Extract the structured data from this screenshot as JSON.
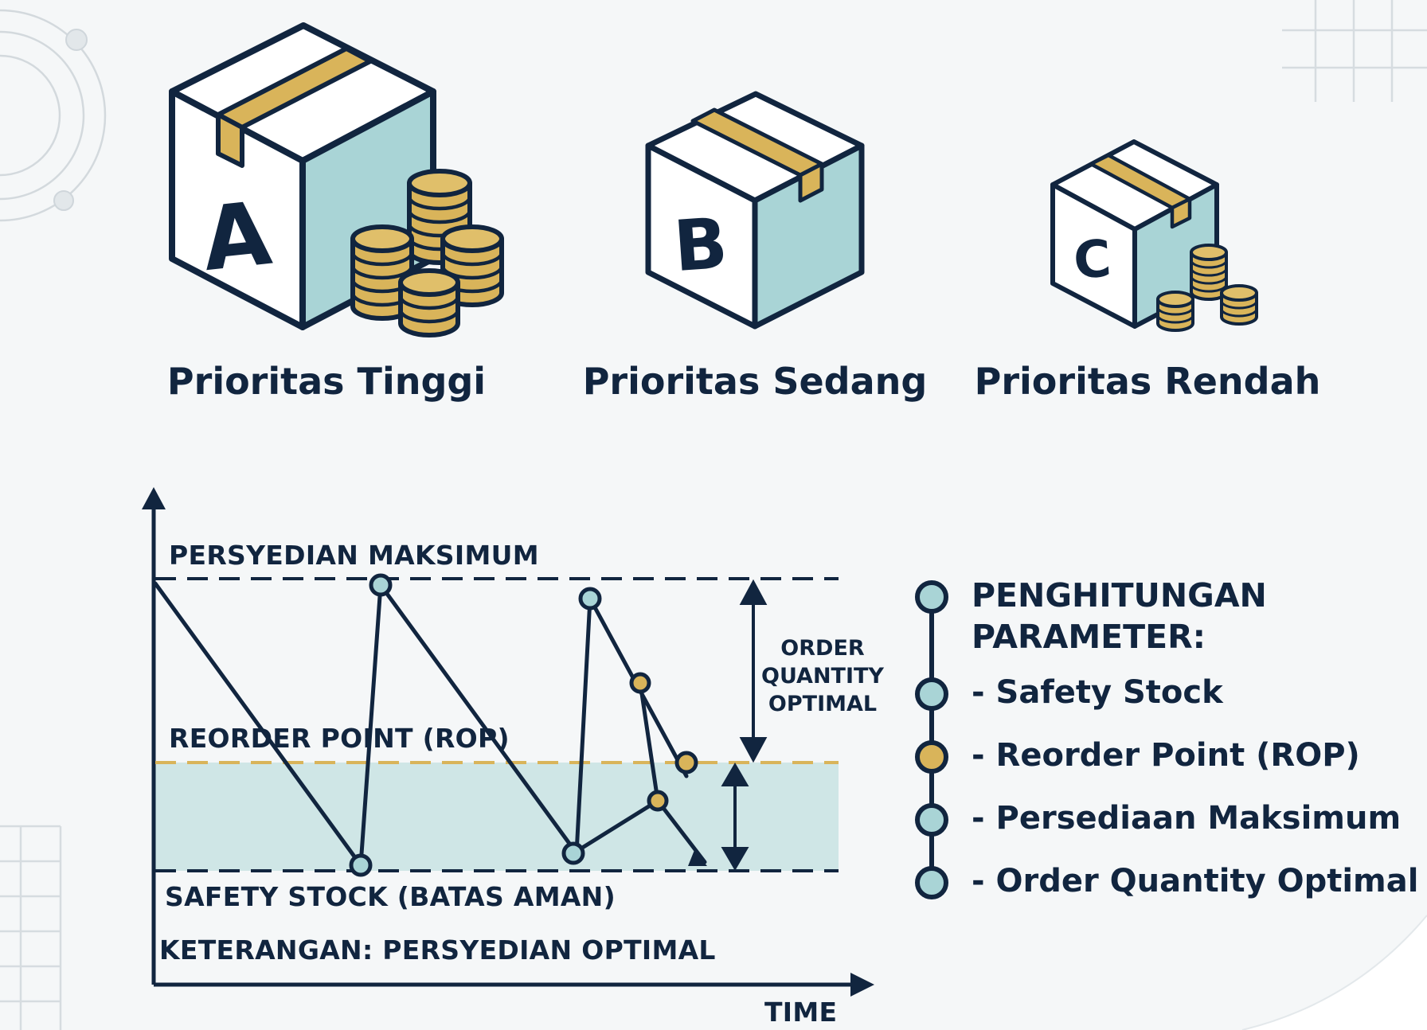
{
  "priorities": [
    {
      "letter": "A",
      "label": "Prioritas Tinggi"
    },
    {
      "letter": "B",
      "label": "Prioritas Sedang"
    },
    {
      "letter": "C",
      "label": "Prioritas Rendah"
    }
  ],
  "chart": {
    "label_max": "PERSYEDIAN MAKSIMUM",
    "label_rop": "REORDER POINT (ROP)",
    "label_safety": "SAFETY STOCK (BATAS AMAN)",
    "label_note": "KETERANGAN: PERSYEDIAN OPTIMAL",
    "label_time": "TIME",
    "order_quantity_lines": [
      "ORDER",
      "QUANTITY",
      "OPTIMAL"
    ]
  },
  "legend": {
    "title_lines": [
      "PENGHITUNGAN",
      "PARAMETER:"
    ],
    "items": [
      {
        "label": "- Safety Stock",
        "color": "#a9d4d6"
      },
      {
        "label": "- Reorder Point (ROP)",
        "color": "#d9b45a"
      },
      {
        "label": "- Persediaan Maksimum",
        "color": "#a9d4d6"
      },
      {
        "label": "- Order Quantity Optimal",
        "color": "#a9d4d6"
      }
    ]
  },
  "colors": {
    "navy": "#11253f",
    "teal": "#a9d4d6",
    "gold": "#d9b45a",
    "band": "#cfe6e6"
  }
}
